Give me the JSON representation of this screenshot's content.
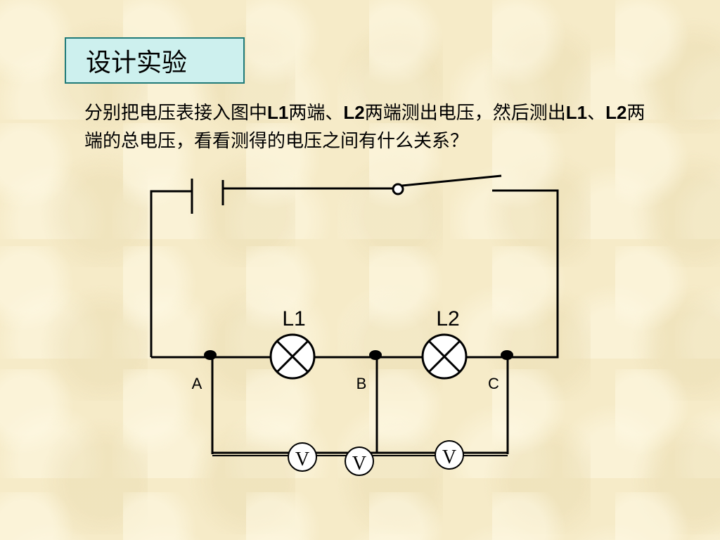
{
  "title": "设计实验",
  "description": {
    "p1": "分别把电压表接入图中",
    "l1": "L1",
    "p2": "两端、",
    "l2": "L2",
    "p3": "两端测出电压，然后测出",
    "l1b": "L1",
    "p4": "、",
    "l2b": "L2",
    "p5": "两端的总电压，看看测得的电压之间有什么关系？"
  },
  "circuit": {
    "lamp1_label": "L1",
    "lamp2_label": "L2",
    "node_a": "A",
    "node_b": "B",
    "node_c": "C",
    "voltmeter_symbol": "V"
  }
}
